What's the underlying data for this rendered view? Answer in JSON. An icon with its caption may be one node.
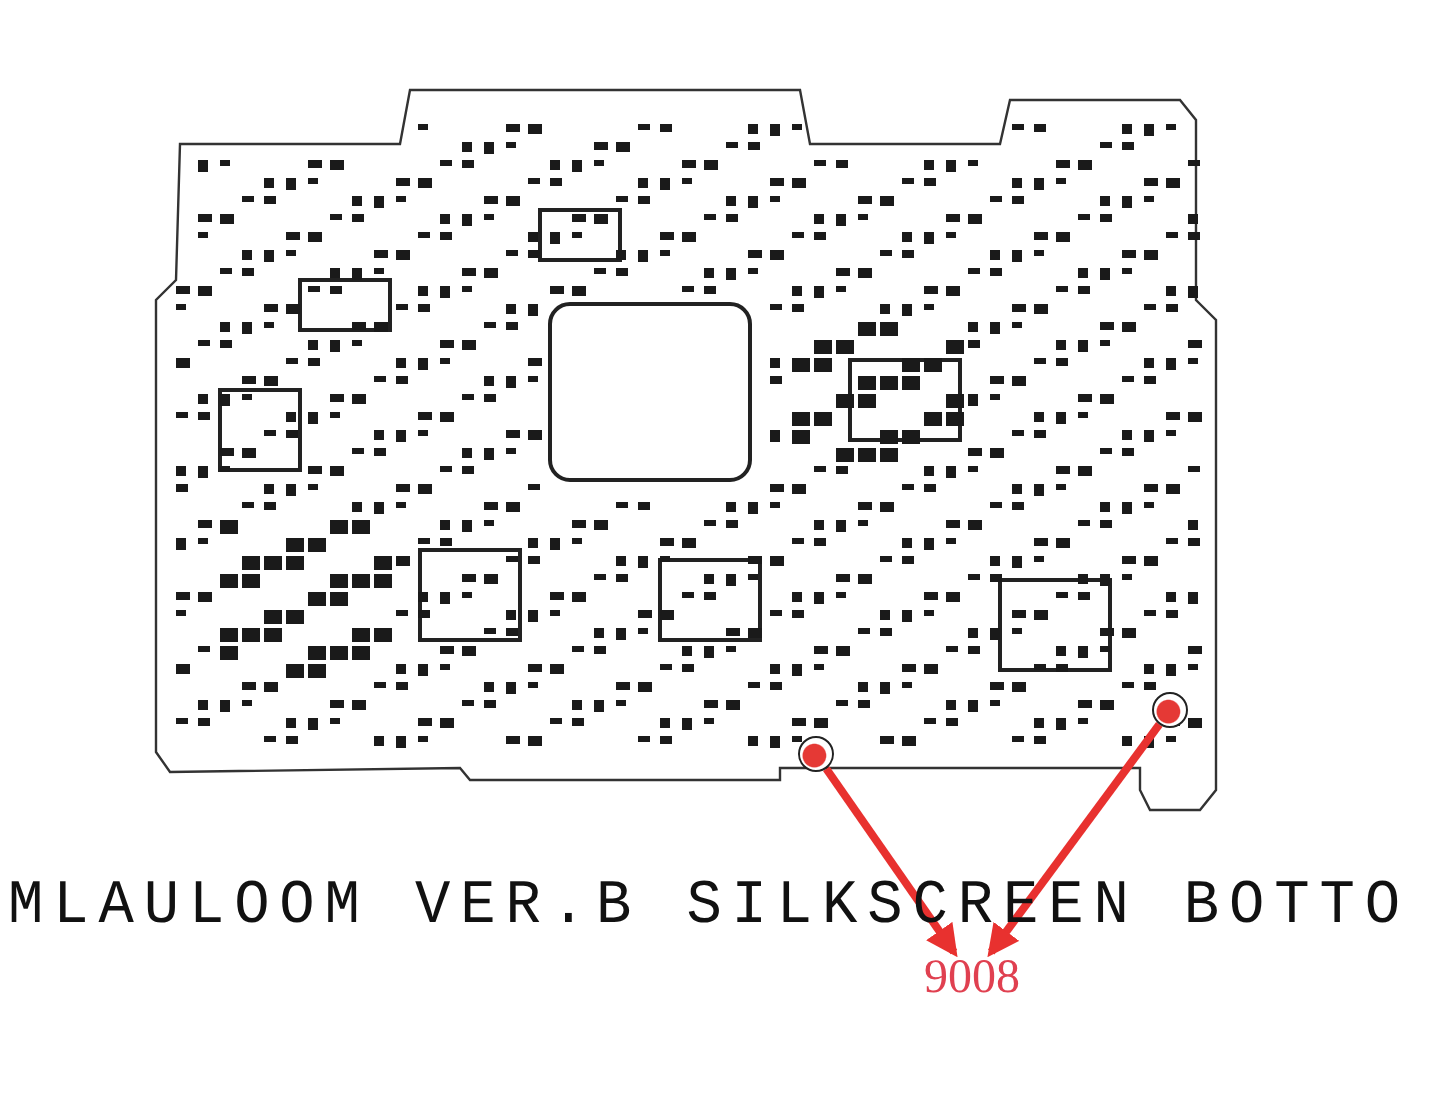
{
  "diagram": {
    "nodes": [
      {
        "text": [
          "9008"
        ]
      },
      {
        "text": [],
        "shape": "circle"
      },
      {
        "text": [],
        "shape": "circle"
      }
    ],
    "edges": [
      {
        "from": 1,
        "to": 0,
        "arrow": "to",
        "color": "#e8312f"
      },
      {
        "from": 2,
        "to": 0,
        "arrow": "to",
        "color": "#e8312f"
      }
    ],
    "labels": [
      "MLAULOOM VER.B SILKSCREEN BOTTO"
    ]
  }
}
